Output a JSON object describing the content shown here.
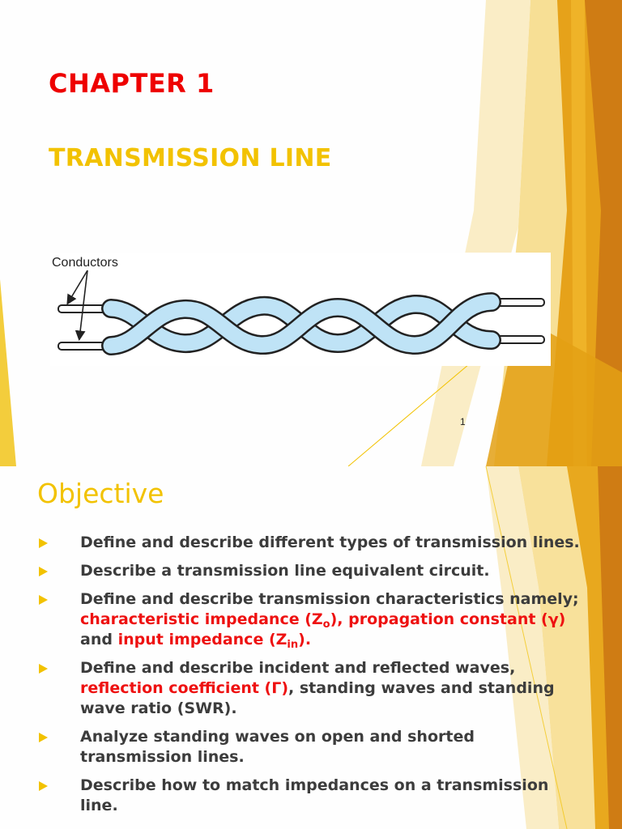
{
  "slide1": {
    "chapter": "CHAPTER 1",
    "subtitle": "TRANSMISSION LINE",
    "figure_label": "Conductors",
    "slide_number": "1"
  },
  "slide2": {
    "title": "Objective",
    "bullets": {
      "b1": "Define and describe different types of transmission lines.",
      "b2": "Describe a transmission line equivalent circuit.",
      "b3": {
        "p1": "Define and describe transmission characteristics namely; ",
        "p2": "characteristic impedance (Z",
        "p3": "o",
        "p4": "), propagation constant (γ)",
        "p5": " and ",
        "p6": "input impedance (Z",
        "p7": "in",
        "p8": ")."
      },
      "b4": {
        "p1": "Define and describe incident and reflected waves, ",
        "p2": "reflection coefficient (Γ)",
        "p3": ", standing waves and standing wave ratio (SWR)."
      },
      "b5": "Analyze standing waves on open and shorted transmission lines.",
      "b6": "Describe how to match impedances on a transmission line."
    }
  },
  "colors": {
    "chapter": "#ee0000",
    "accent_yellow": "#f2c200",
    "highlight_red": "#ee1111",
    "body_text": "#3c3c3c",
    "ribbon_orange": "#e8960a",
    "cable_blue": "#bfe3f6"
  },
  "icons": {
    "bullet": "triangle-arrow-icon"
  }
}
